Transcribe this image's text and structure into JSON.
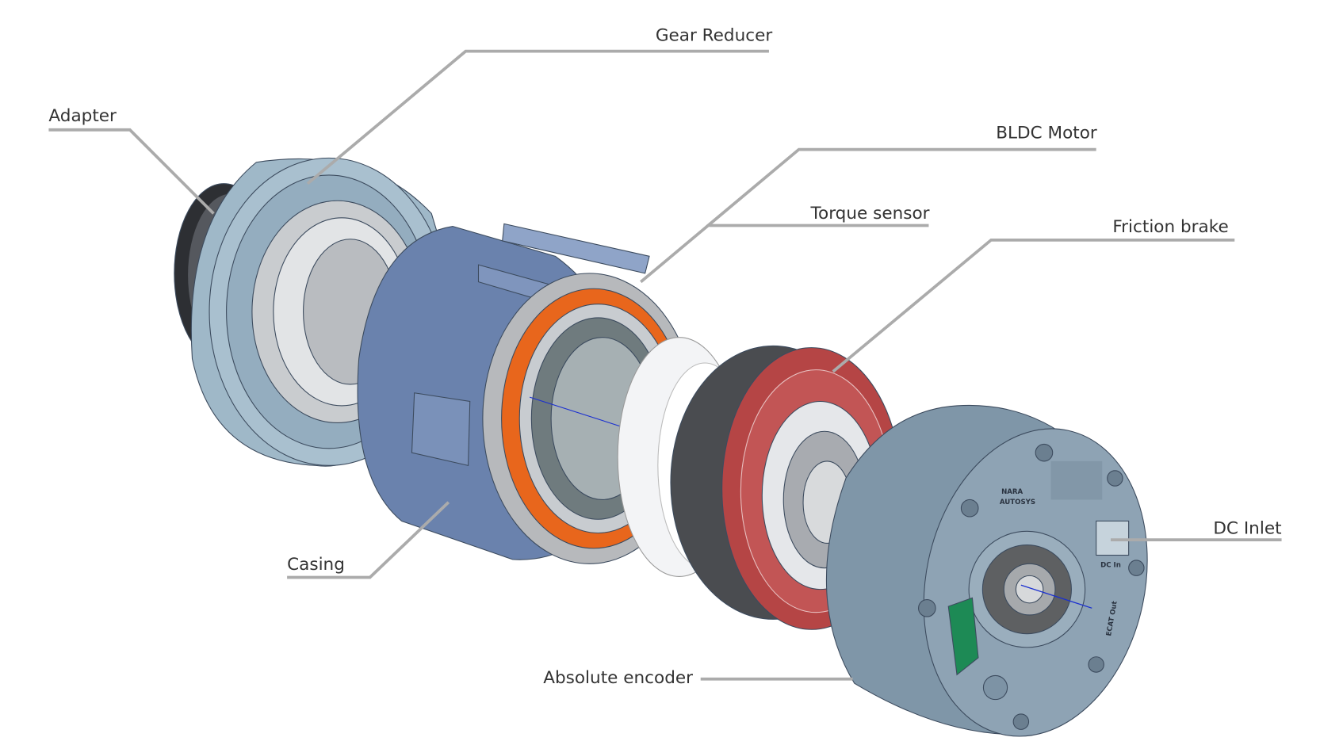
{
  "diagram": {
    "labels": {
      "gear_reducer": "Gear Reducer",
      "adapter": "Adapter",
      "bldc_motor": "BLDC Motor",
      "torque_sensor": "Torque sensor",
      "friction_brake": "Friction brake",
      "dc_inlet": "DC Inlet",
      "casing": "Casing",
      "absolute_encoder": "Absolute encoder"
    },
    "encoder_markings": {
      "logo_line1": "NARA",
      "logo_line2": "AUTOSYS",
      "port_dc": "DC In",
      "port_ecat": "ECAT Out"
    },
    "colors": {
      "adapter_blue": "#9fb8c8",
      "casing_blue": "#6a82ad",
      "motor_orange": "#e8661c",
      "brake_red": "#b54545",
      "encoder_gray_blue": "#8ea3b4",
      "leader_line": "#ababab"
    }
  }
}
